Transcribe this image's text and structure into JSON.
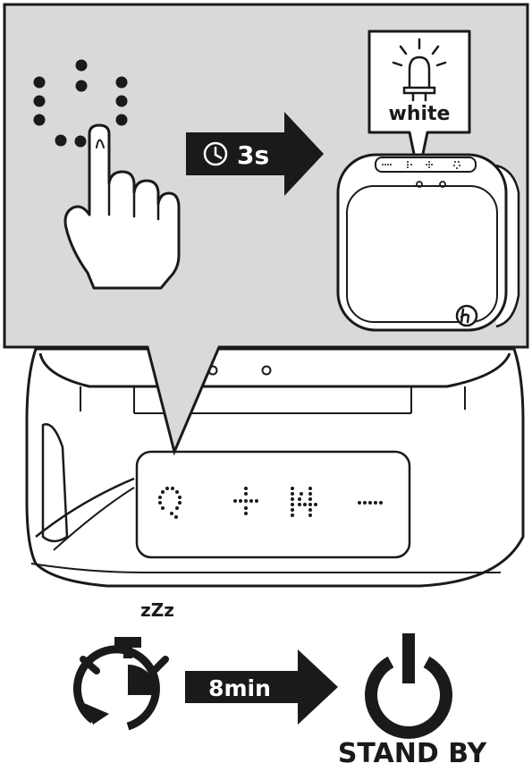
{
  "top_panel": {
    "arrow_time_label": "3s",
    "led_color_label": "white"
  },
  "device": {
    "display_symbols": [
      "loading-dots",
      "plus-dots",
      "number-14-dots",
      "dash-dots"
    ]
  },
  "bottom": {
    "sleep_label": "zZz",
    "arrow_duration_label": "8min",
    "standby_label": "STAND BY"
  },
  "colors": {
    "panel_bg": "#d9d9d9",
    "ink": "#1a1a1a",
    "paper": "#ffffff"
  },
  "icons": [
    "dotted-circle-icon",
    "finger-press-icon",
    "clock-icon",
    "led-light-icon",
    "speaker-device",
    "brand-logo-icon",
    "stopwatch-icon",
    "power-icon"
  ]
}
